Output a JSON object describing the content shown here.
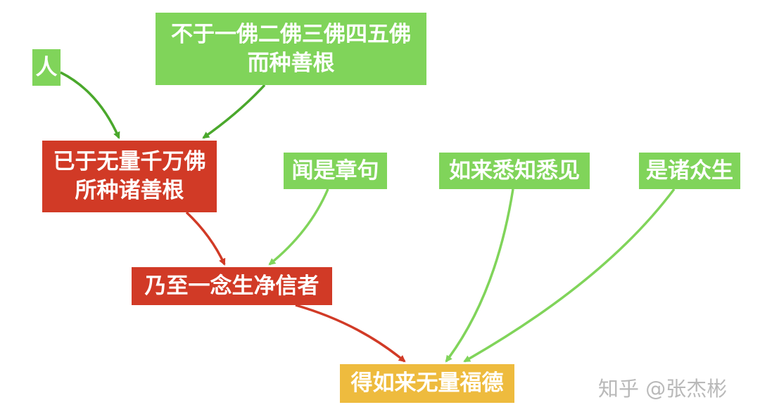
{
  "colors": {
    "green_node": "#80d45a",
    "red_node": "#d13a26",
    "yellow_node": "#eebb3e",
    "dark_green_arrow": "#4aa82c",
    "light_green_arrow": "#80d45a",
    "red_arrow": "#d13a26",
    "watermark": "#b9b9b9"
  },
  "nodes": {
    "ren": {
      "lines": [
        "人"
      ],
      "color": "#80d45a"
    },
    "buyu": {
      "lines": [
        "不于一佛二佛三佛四五佛",
        "而种善根"
      ],
      "color": "#80d45a"
    },
    "yiyu": {
      "lines": [
        "已于无量千万佛",
        "所种诸善根"
      ],
      "color": "#d13a26"
    },
    "wen": {
      "lines": [
        "闻是章句"
      ],
      "color": "#80d45a"
    },
    "rulai": {
      "lines": [
        "如来悉知悉见"
      ],
      "color": "#80d45a"
    },
    "shi": {
      "lines": [
        "是诸众生"
      ],
      "color": "#80d45a"
    },
    "naizhi": {
      "lines": [
        "乃至一念生净信者"
      ],
      "color": "#d13a26"
    },
    "de": {
      "lines": [
        "得如来无量福德"
      ],
      "color": "#eebb3e"
    }
  },
  "edges": [
    {
      "from": "ren",
      "to": "yiyu",
      "color": "#4aa82c"
    },
    {
      "from": "buyu",
      "to": "yiyu",
      "color": "#4aa82c"
    },
    {
      "from": "yiyu",
      "to": "naizhi",
      "color": "#d13a26"
    },
    {
      "from": "wen",
      "to": "naizhi",
      "color": "#80d45a"
    },
    {
      "from": "naizhi",
      "to": "de",
      "color": "#d13a26"
    },
    {
      "from": "rulai",
      "to": "de",
      "color": "#80d45a"
    },
    {
      "from": "shi",
      "to": "de",
      "color": "#80d45a"
    }
  ],
  "watermark": "知乎 @张杰彬"
}
